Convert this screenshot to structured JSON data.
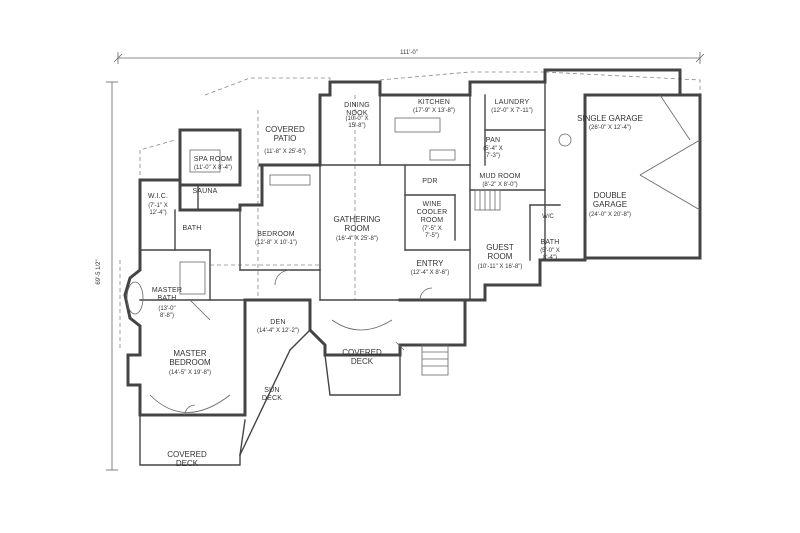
{
  "dimensions": {
    "overall_width": "111'-0\"",
    "overall_depth": "69'-5 1/2\""
  },
  "rooms": {
    "dining": {
      "name": "DINING\nNOOK",
      "size": "(10'-0\" X\n15'-8\")"
    },
    "kitchen": {
      "name": "KITCHEN",
      "size": "(17'-9\" X 13'-8\")"
    },
    "laundry": {
      "name": "LAUNDRY",
      "size": "(12'-0\" X 7'-11\")"
    },
    "single_garage": {
      "name": "SINGLE GARAGE",
      "size": "(26'-0\" X 12'-4\")"
    },
    "covered_patio": {
      "name": "COVERED\nPATIO",
      "size": "(11'-8\" X 25'-6\")"
    },
    "spa_room": {
      "name": "SPA ROOM",
      "size": "(11'-0\" X 8'-4\")"
    },
    "pan": {
      "name": "PAN",
      "size": "(5'-4\" X\n7'-3\")"
    },
    "sauna": {
      "name": "SAUNA"
    },
    "pdr": {
      "name": "PDR"
    },
    "mud_room": {
      "name": "MUD ROOM",
      "size": "(8'-2\" X 8'-0\")"
    },
    "double_garage": {
      "name": "DOUBLE\nGARAGE",
      "size": "(24'-0\" X 20'-8\")"
    },
    "wic": {
      "name": "W.I.C.",
      "size": "(7'-1\" X\n12'-4\")"
    },
    "bath_wic": {
      "name": "BATH"
    },
    "bedroom": {
      "name": "BEDROOM",
      "size": "(12'-8\" X 10'-1\")"
    },
    "gathering": {
      "name": "GATHERING\nROOM",
      "size": "(16'-4\" X 25'-8\")"
    },
    "wine_cooler": {
      "name": "WINE\nCOOLER\nROOM",
      "size": "(7'-5\" X\n7'-5\")"
    },
    "wc": {
      "name": "W/C"
    },
    "bath_guest": {
      "name": "BATH",
      "size": "(5'-0\" X\n8'-4\")"
    },
    "guest_room": {
      "name": "GUEST\nROOM",
      "size": "(10'-11\" X 16'-8\")"
    },
    "entry": {
      "name": "ENTRY",
      "size": "(12'-4\" X 8'-6\")"
    },
    "master_bath": {
      "name": "MASTER\nBATH",
      "size": "(13'-0\"\n8'-8\")"
    },
    "den": {
      "name": "DEN",
      "size": "(14'-4\" X 12'-2\")"
    },
    "covered_deck_front": {
      "name": "COVERED\nDECK"
    },
    "master_bedroom": {
      "name": "MASTER\nBEDROOM",
      "size": "(14'-5\" X 19'-8\")"
    },
    "sun_deck": {
      "name": "SUN\nDECK"
    },
    "covered_deck_rear": {
      "name": "COVERED\nDECK"
    }
  }
}
